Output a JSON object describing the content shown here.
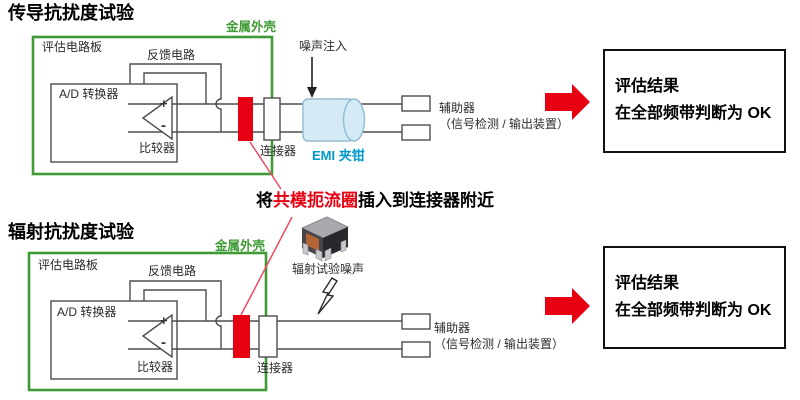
{
  "colors": {
    "enclosure_green": "#3f9b35",
    "choke_red": "#e60012",
    "leader_pink": "#ee4962",
    "wire_gray": "#4d4d4d",
    "clamp_fill": "#d4ebf6",
    "clamp_stroke": "#93bed2",
    "emi_text_blue": "#0099cc",
    "arrow_red": "#e60012"
  },
  "conducted": {
    "title": "传导抗扰度试验",
    "enclosure": "金属外壳",
    "board": "评估电路板",
    "feedback": "反馈电路",
    "adc": "A/D 转换器",
    "comparator": "比较器",
    "plus": "+",
    "minus": "-",
    "connector": "连接器",
    "noise": "噪声注入",
    "emi_clamp": "EMI 夹钳",
    "aux": "辅助器",
    "aux_detail": "（信号检测 / 输出装置）",
    "result": {
      "line1": "评估结果",
      "line2": "在全部频带判断为 OK"
    }
  },
  "note": {
    "prefix": "将",
    "highlight": "共模扼流圈",
    "suffix": "插入到连接器附近"
  },
  "radiated": {
    "title": "辐射抗扰度试验",
    "enclosure": "金属外壳",
    "board": "评估电路板",
    "feedback": "反馈电路",
    "adc": "A/D 转换器",
    "comparator": "比较器",
    "plus": "+",
    "minus": "-",
    "connector": "连接器",
    "noise": "辐射试验噪声",
    "aux": "辅助器",
    "aux_detail": "（信号检测 / 输出装置）",
    "result": {
      "line1": "评估结果",
      "line2": "在全部频带判断为 OK"
    }
  }
}
